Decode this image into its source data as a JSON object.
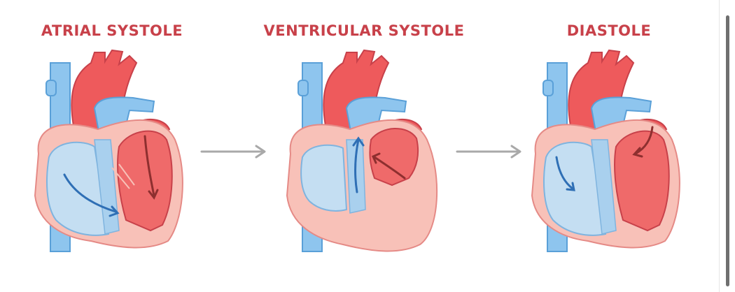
{
  "phases": [
    {
      "label": "ATRIAL SYSTOLE"
    },
    {
      "label": "VENTRICULAR SYSTOLE"
    },
    {
      "label": "DIASTOLE"
    }
  ],
  "colors": {
    "label": "#c8414a",
    "vessel_blue": "#8ec5ee",
    "aorta_red": "#ee5a5c",
    "heart_wall": "#f8c1b8",
    "chamber_blue": "#c4def2",
    "chamber_red": "#ef6a6a",
    "flow_blue": "#2f6fb5",
    "flow_red": "#8e2f2f",
    "connector_arrow": "#a9a9a9"
  },
  "icons": {
    "connector": "right-arrow-icon",
    "scrollbar": "vertical-scrollbar"
  }
}
